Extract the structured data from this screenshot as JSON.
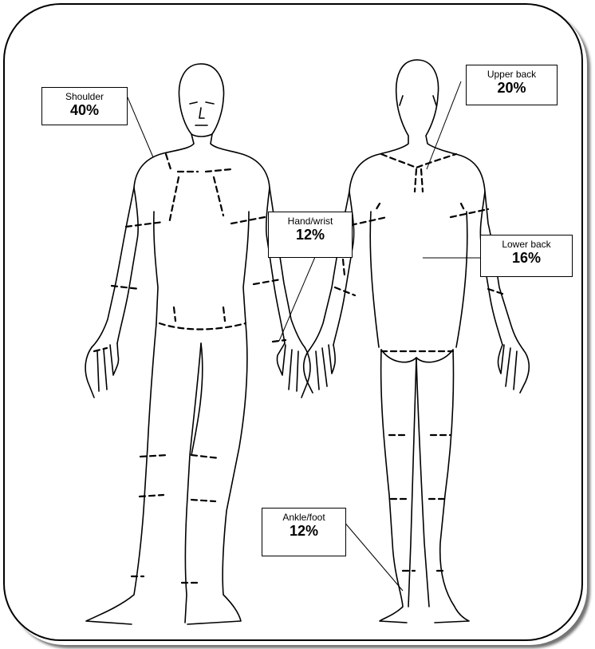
{
  "labels": [
    {
      "id": "shoulder",
      "name": "Shoulder",
      "value": "40%"
    },
    {
      "id": "upper-back",
      "name": "Upper back",
      "value": "20%"
    },
    {
      "id": "hand-wrist",
      "name": "Hand/wrist",
      "value": "12%"
    },
    {
      "id": "lower-back",
      "name": "Lower back",
      "value": "16%"
    },
    {
      "id": "ankle-foot",
      "name": "Ankle/foot",
      "value": "12%"
    }
  ]
}
